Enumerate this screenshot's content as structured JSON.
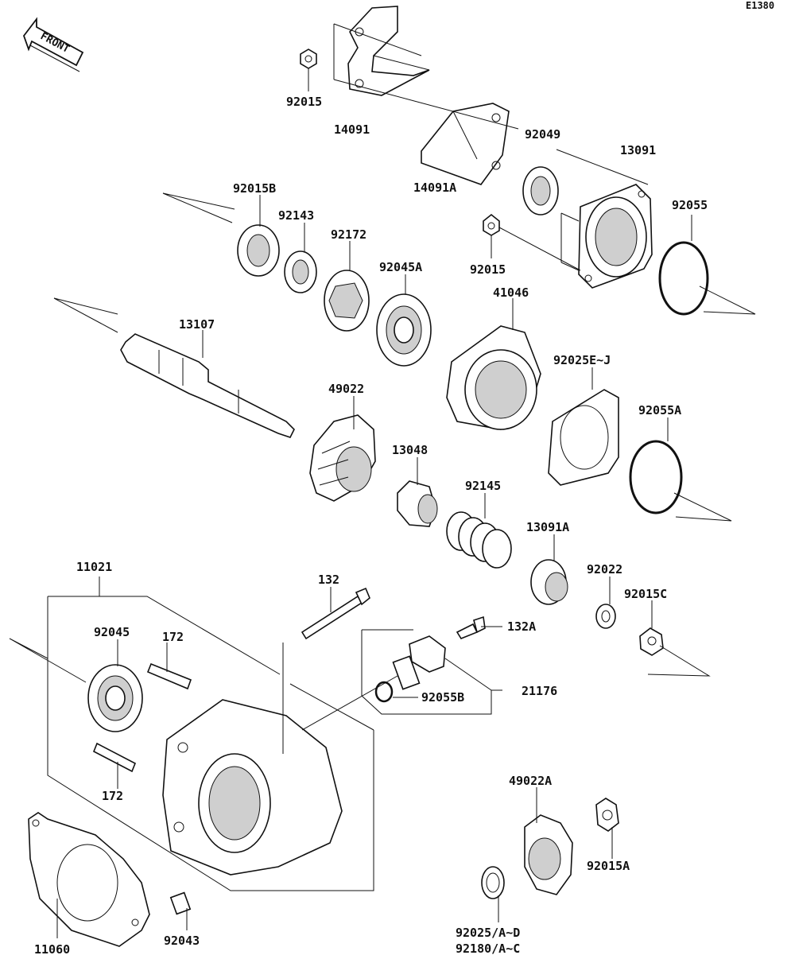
{
  "diagram_code": "E1380",
  "front_label": "FRONT",
  "labels": {
    "p92015_top": "92015",
    "p14091": "14091",
    "p92049": "92049",
    "p13091": "13091",
    "p14091A": "14091A",
    "p92055": "92055",
    "p92015B": "92015B",
    "p92143": "92143",
    "p92172": "92172",
    "p92045A": "92045A",
    "p92015_mid": "92015",
    "p41046": "41046",
    "p13107": "13107",
    "p92025EJ": "92025E~J",
    "p49022": "49022",
    "p92055A": "92055A",
    "p13048": "13048",
    "p92145": "92145",
    "p13091A": "13091A",
    "p11021": "11021",
    "p132": "132",
    "p92022": "92022",
    "p92015C": "92015C",
    "p132A": "132A",
    "p92045": "92045",
    "p172_top": "172",
    "p21176": "21176",
    "p92055B": "92055B",
    "p172_bot": "172",
    "p49022A": "49022A",
    "p92015A": "92015A",
    "p11060": "11060",
    "p92043": "92043",
    "p92025AD": "92025/A~D",
    "p92180AC": "92180/A~C"
  }
}
